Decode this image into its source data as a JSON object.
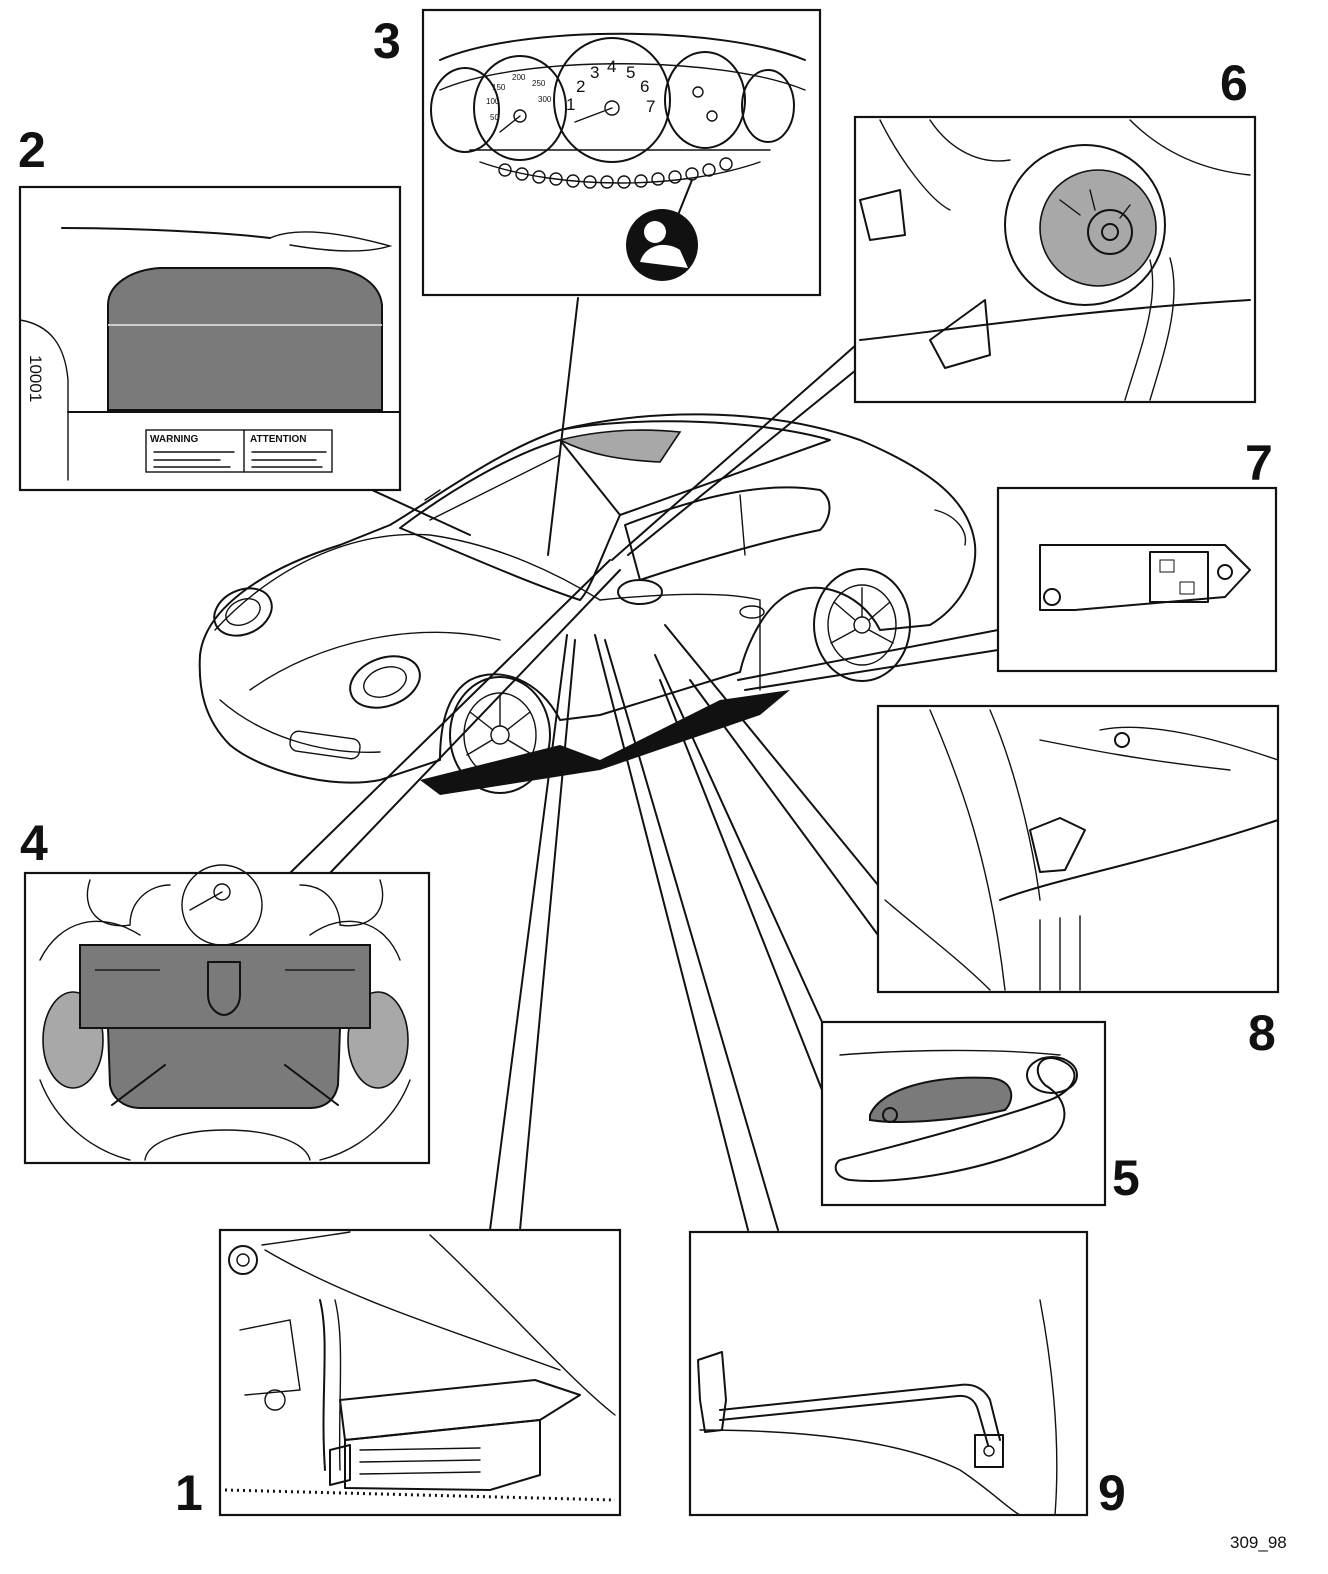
{
  "callouts": [
    {
      "id": "1",
      "label": "1"
    },
    {
      "id": "2",
      "label": "2"
    },
    {
      "id": "3",
      "label": "3"
    },
    {
      "id": "4",
      "label": "4"
    },
    {
      "id": "5",
      "label": "5"
    },
    {
      "id": "6",
      "label": "6"
    },
    {
      "id": "7",
      "label": "7"
    },
    {
      "id": "8",
      "label": "8"
    },
    {
      "id": "9",
      "label": "9"
    }
  ],
  "warning_label": {
    "left": "WARNING",
    "right": "ATTENTION"
  },
  "cluster_speedo_ticks": [
    "150",
    "200",
    "250",
    "100",
    "300",
    "50"
  ],
  "cluster_tacho_ticks": [
    "1",
    "2",
    "3",
    "4",
    "5",
    "6",
    "7"
  ],
  "reference_code": "309_98",
  "colors": {
    "line": "#111111",
    "fill_dark": "#7a7a7a",
    "fill_light": "#a8a8a8",
    "background": "#ffffff"
  }
}
